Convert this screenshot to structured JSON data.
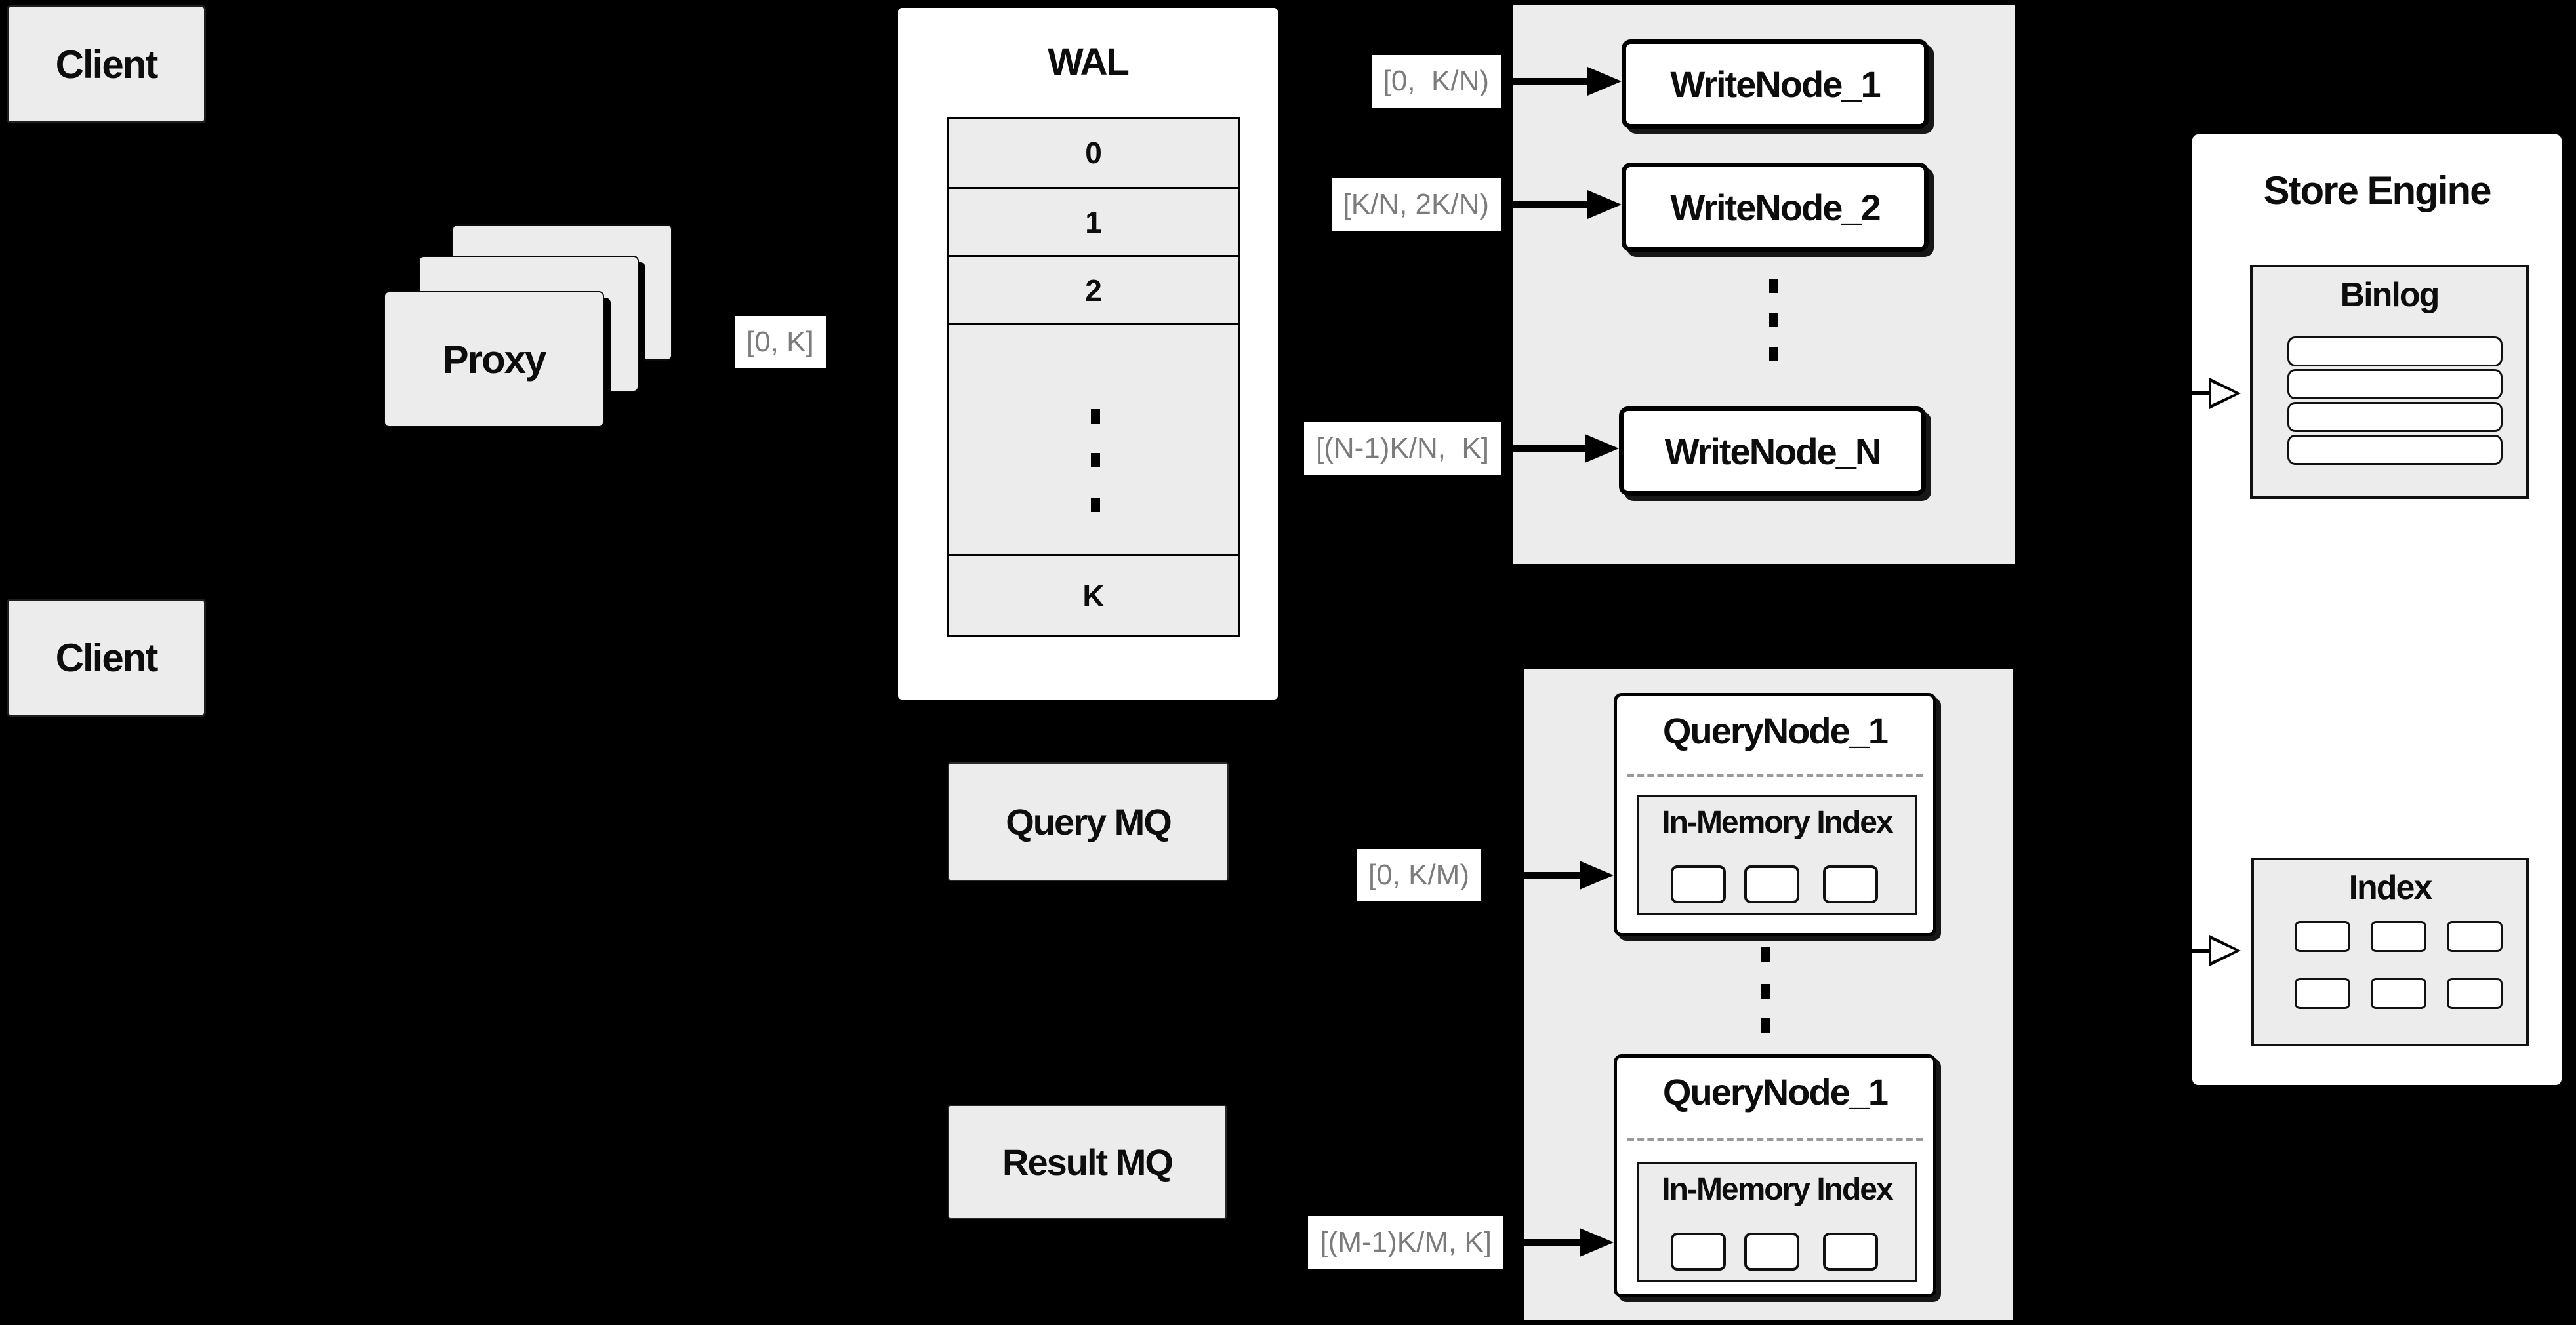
{
  "diagram": {
    "clients": {
      "top": "Client",
      "bottom": "Client"
    },
    "proxy": {
      "label": "Proxy",
      "range": "[0, K]"
    },
    "wal": {
      "title": "WAL",
      "segments": [
        "0",
        "1",
        "2"
      ],
      "last_segment": "K"
    },
    "write_section": {
      "nodes": [
        "WriteNode_1",
        "WriteNode_2",
        "WriteNode_N"
      ],
      "ranges": [
        "[0,  K/N)",
        "[K/N, 2K/N)",
        "[(N-1)K/N,  K]"
      ]
    },
    "query_section": {
      "mq": {
        "query": "Query MQ",
        "result": "Result MQ"
      },
      "nodes": [
        {
          "title": "QueryNode_1",
          "index": "In-Memory Index"
        },
        {
          "title": "QueryNode_1",
          "index": "In-Memory Index"
        }
      ],
      "ranges": [
        "[0, K/M)",
        "[(M-1)K/M, K]"
      ]
    },
    "store_engine": {
      "title": "Store Engine",
      "binlog": "Binlog",
      "index": "Index"
    }
  },
  "colors": {
    "background": "#000000",
    "panel_fill": "#ececec",
    "node_fill": "#ffffff",
    "line": "#000000",
    "range_text": "#7b7b7b"
  }
}
